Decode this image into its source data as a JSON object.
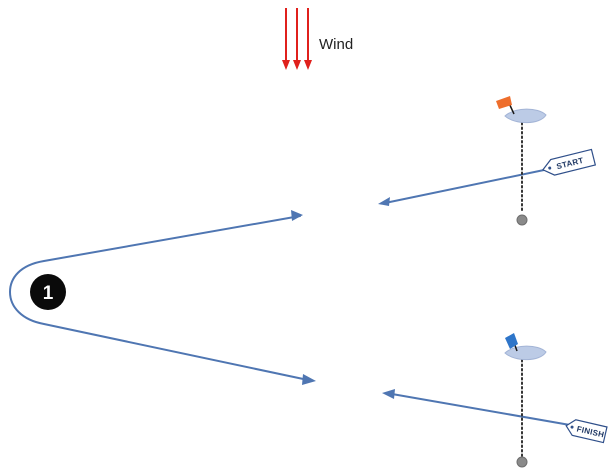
{
  "wind": {
    "label": "Wind"
  },
  "mark": {
    "number": "1"
  },
  "start": {
    "tag": "START"
  },
  "finish": {
    "tag": "FINISH"
  },
  "colors": {
    "course": "#4f76b2",
    "boat": "#bccbe6",
    "boat_stroke": "#a3b4d6",
    "wind_arrow": "#e0201c",
    "flag_start": "#ee6e2c",
    "flag_finish": "#2e75c9",
    "mark": "#0a0a0a",
    "pin": "#8a8a8a"
  },
  "icons": [
    "wind-arrows-icon",
    "start-flag-icon",
    "finish-flag-icon",
    "committee-boat-icon",
    "pin-buoy-icon",
    "mark-buoy-icon"
  ]
}
